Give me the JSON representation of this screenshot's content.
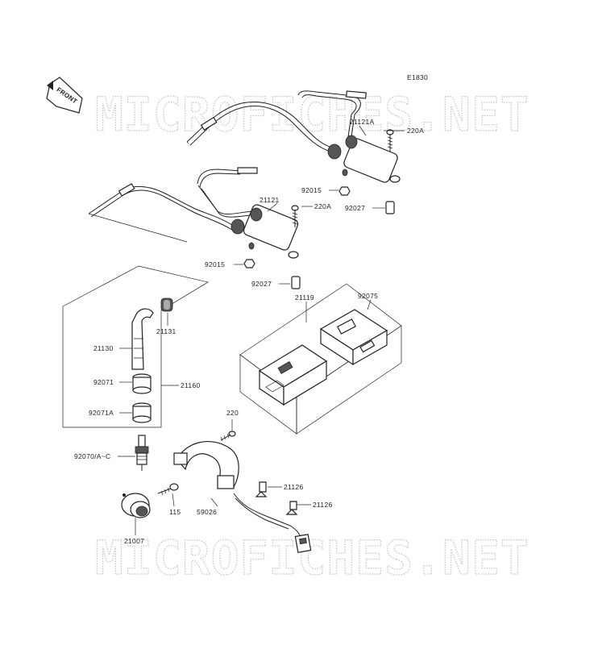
{
  "diagram_code": "E1830",
  "front_badge": "FRONT",
  "watermark": "MICROFICHES.NET",
  "labels": {
    "p21121A": "21121A",
    "p220A_top": "220A",
    "p92015_top": "92015",
    "p92027_top": "92027",
    "p21121": "21121",
    "p220A_mid": "220A",
    "p92015_mid": "92015",
    "p92027_mid": "92027",
    "p21119": "21119",
    "p92075": "92075",
    "p21131": "21131",
    "p21130": "21130",
    "p92071": "92071",
    "p21160": "21160",
    "p92071A": "92071A",
    "p220": "220",
    "p92070": "92070/A~C",
    "p21126_a": "21126",
    "p21126_b": "21126",
    "p115": "115",
    "p59026": "59026",
    "p21007": "21007"
  }
}
